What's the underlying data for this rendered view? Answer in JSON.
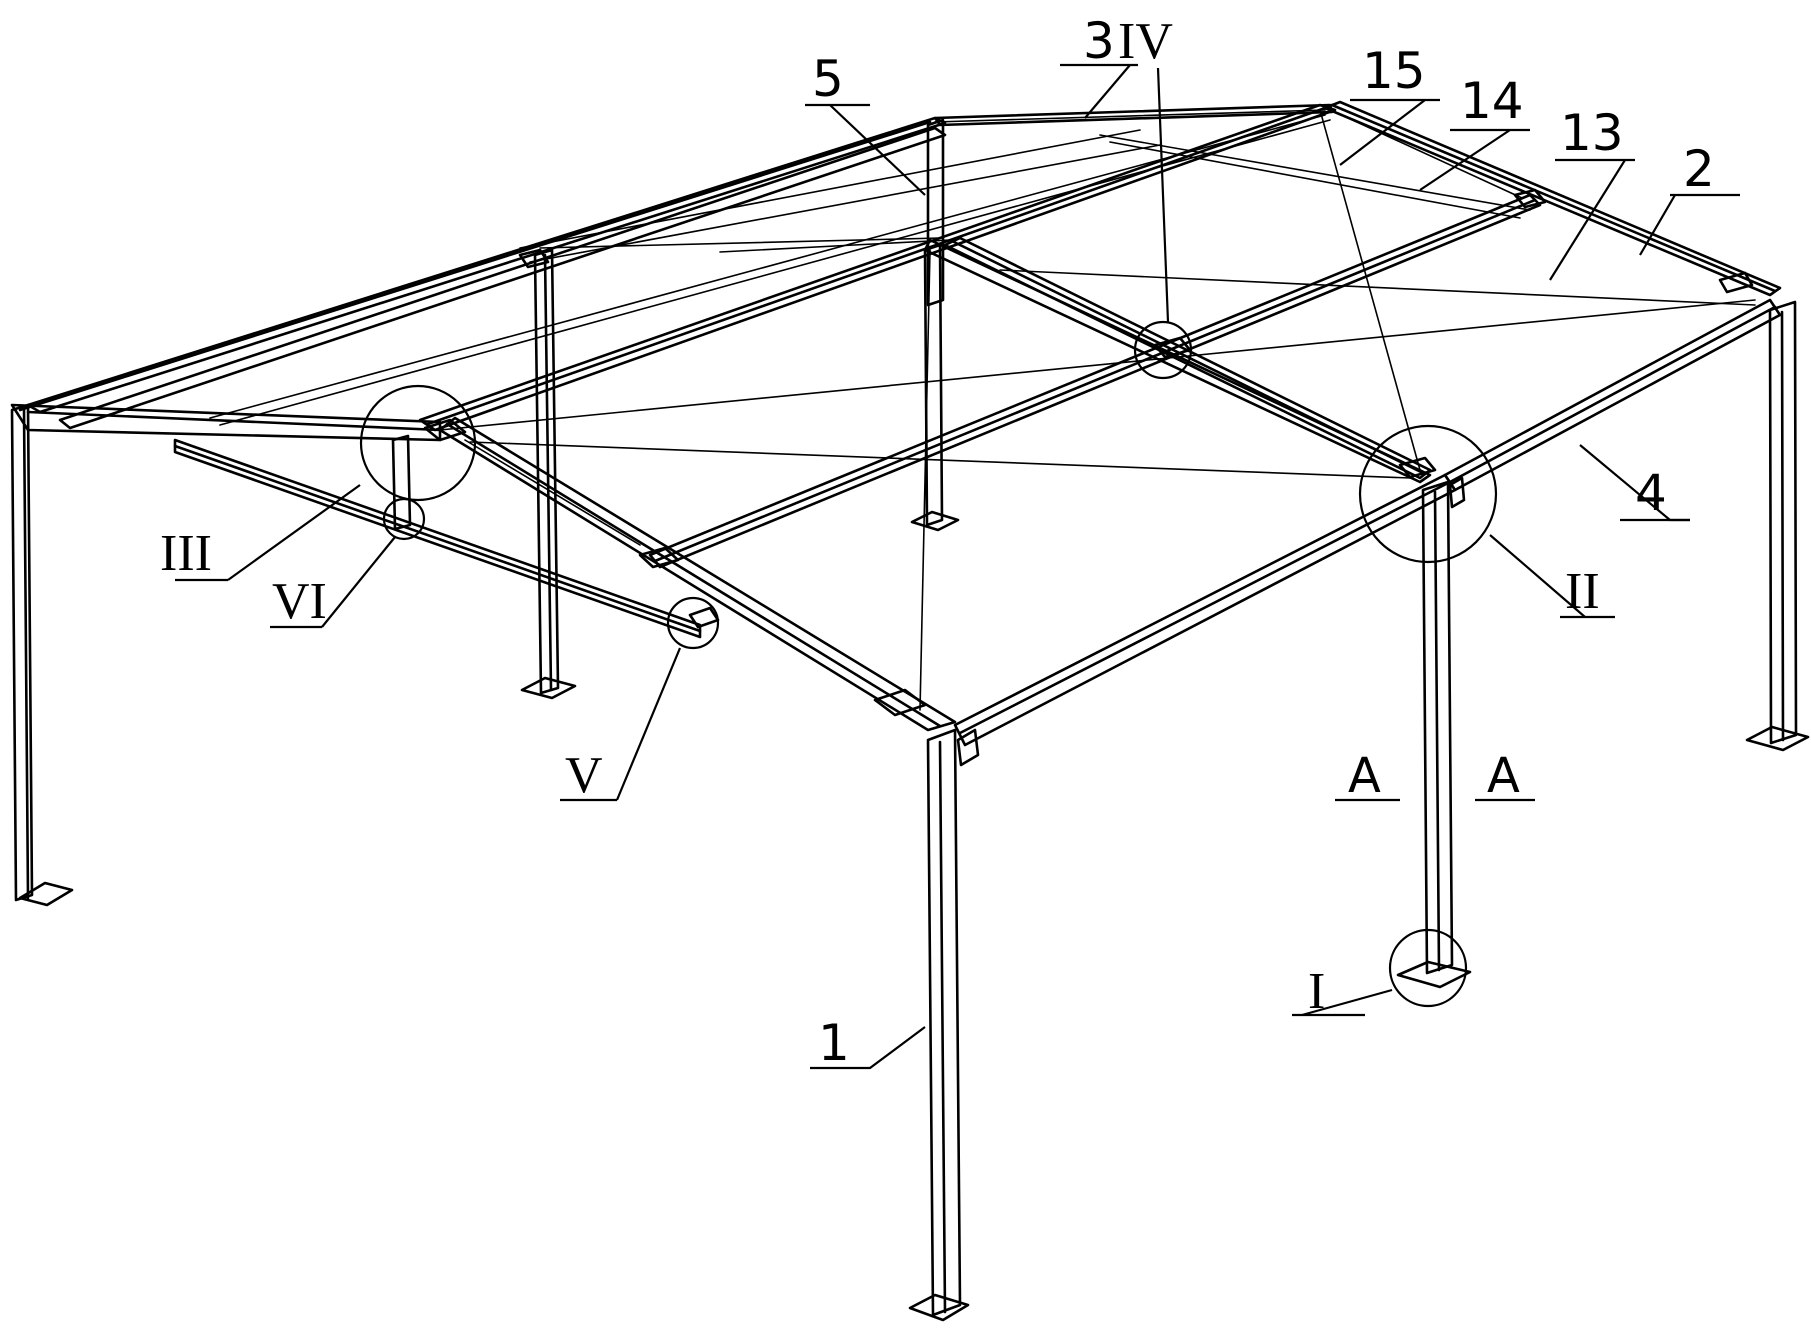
{
  "part_labels": {
    "p1": "1",
    "p2": "2",
    "p3": "3",
    "p4": "4",
    "p5": "5",
    "p13": "13",
    "p14": "14",
    "p15": "15"
  },
  "detail_labels": {
    "d1": "I",
    "d2": "II",
    "d3": "III",
    "d4": "IV",
    "d5": "V",
    "d6": "VI"
  },
  "section_labels": {
    "left": "A",
    "right": "A"
  },
  "colors": {
    "line": "#000000",
    "background": "#ffffff"
  }
}
